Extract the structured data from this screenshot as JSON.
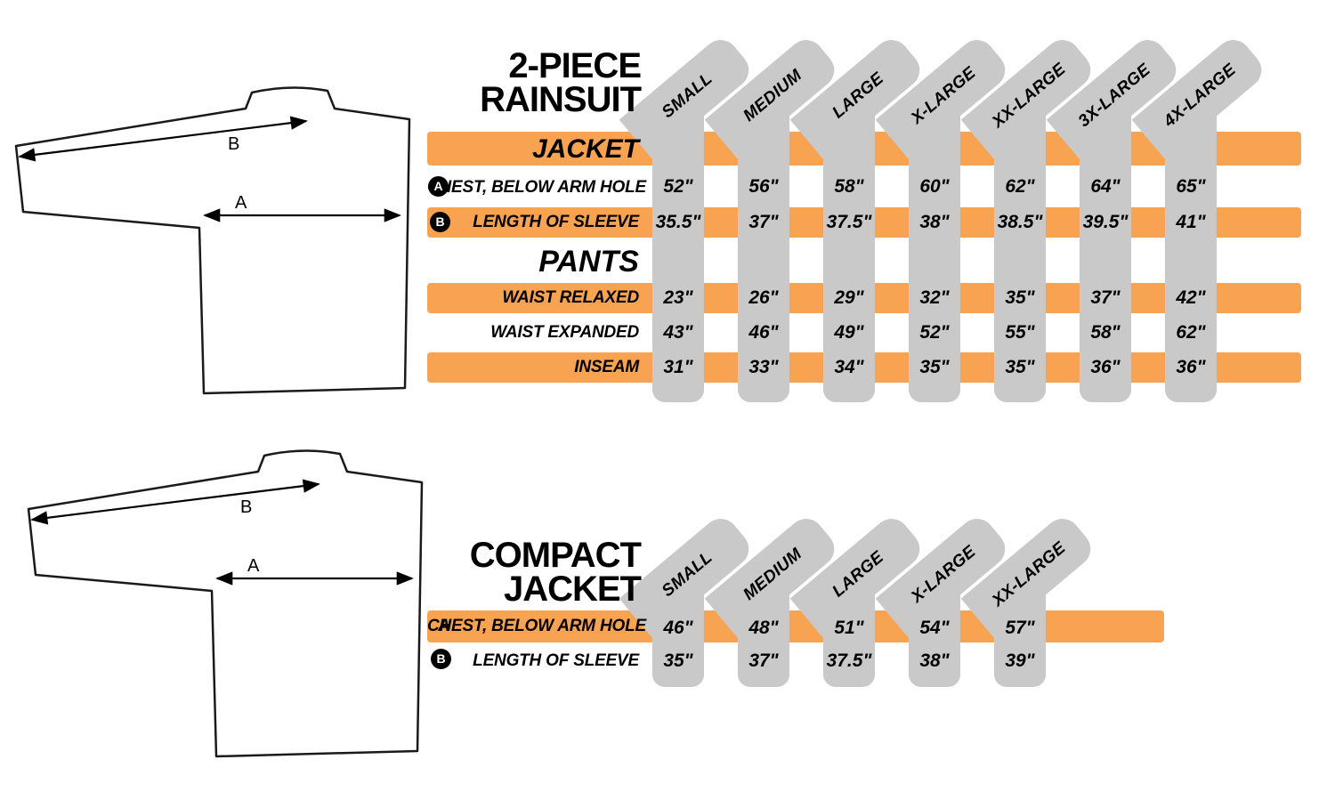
{
  "colors": {
    "orange": "#F7A351",
    "gray": "#C9C9C9",
    "text": "#000000"
  },
  "diagram": {
    "chest_marker": "A",
    "sleeve_marker": "B"
  },
  "chart_data": [
    {
      "type": "table",
      "title": "2-PIECE RAINSUIT",
      "title_lines": [
        "2-PIECE",
        "RAINSUIT"
      ],
      "columns": [
        "SMALL",
        "MEDIUM",
        "LARGE",
        "X-LARGE",
        "XX-LARGE",
        "3X-LARGE",
        "4X-LARGE"
      ],
      "sections": [
        {
          "name": "JACKET",
          "rows": [
            {
              "marker": "A",
              "label": "CHEST, BELOW ARM HOLE",
              "values": [
                "52\"",
                "56\"",
                "58\"",
                "60\"",
                "62\"",
                "64\"",
                "65\""
              ]
            },
            {
              "marker": "B",
              "label": "LENGTH OF SLEEVE",
              "values": [
                "35.5\"",
                "37\"",
                "37.5\"",
                "38\"",
                "38.5\"",
                "39.5\"",
                "41\""
              ]
            }
          ]
        },
        {
          "name": "PANTS",
          "rows": [
            {
              "label": "WAIST RELAXED",
              "values": [
                "23\"",
                "26\"",
                "29\"",
                "32\"",
                "35\"",
                "37\"",
                "42\""
              ]
            },
            {
              "label": "WAIST EXPANDED",
              "values": [
                "43\"",
                "46\"",
                "49\"",
                "52\"",
                "55\"",
                "58\"",
                "62\""
              ]
            },
            {
              "label": "INSEAM",
              "values": [
                "31\"",
                "33\"",
                "34\"",
                "35\"",
                "35\"",
                "36\"",
                "36\""
              ]
            }
          ]
        }
      ]
    },
    {
      "type": "table",
      "title": "COMPACT JACKET",
      "title_lines": [
        "COMPACT",
        "JACKET"
      ],
      "columns": [
        "SMALL",
        "MEDIUM",
        "LARGE",
        "X-LARGE",
        "XX-LARGE"
      ],
      "rows": [
        {
          "marker": "A",
          "label": "CHEST, BELOW ARM HOLE",
          "values": [
            "46\"",
            "48\"",
            "51\"",
            "54\"",
            "57\""
          ]
        },
        {
          "marker": "B",
          "label": "LENGTH OF SLEEVE",
          "values": [
            "35\"",
            "37\"",
            "37.5\"",
            "38\"",
            "39\""
          ]
        }
      ]
    }
  ]
}
